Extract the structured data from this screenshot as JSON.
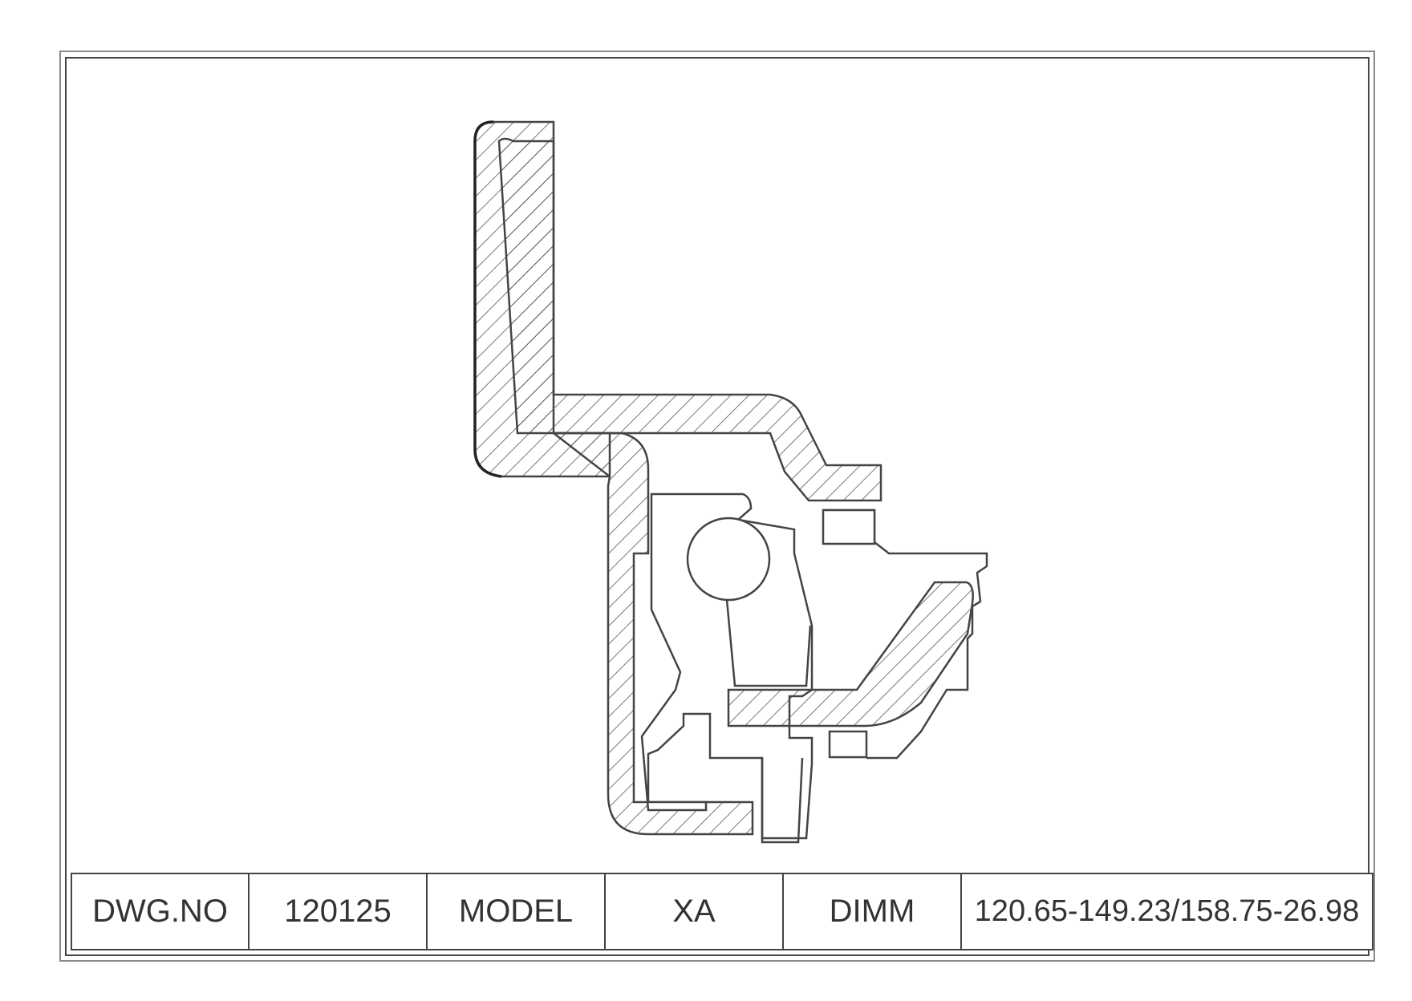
{
  "title_block": {
    "dwg_label": "DWG.NO",
    "dwg_value": "120125",
    "model_label": "MODEL",
    "model_value": "XA",
    "dimm_label": "DIMM",
    "dimm_value": "120.65-149.23/158.75-26.98"
  },
  "colors": {
    "line": "#444444",
    "frame": "#8a8a8a",
    "background": "#ffffff"
  }
}
